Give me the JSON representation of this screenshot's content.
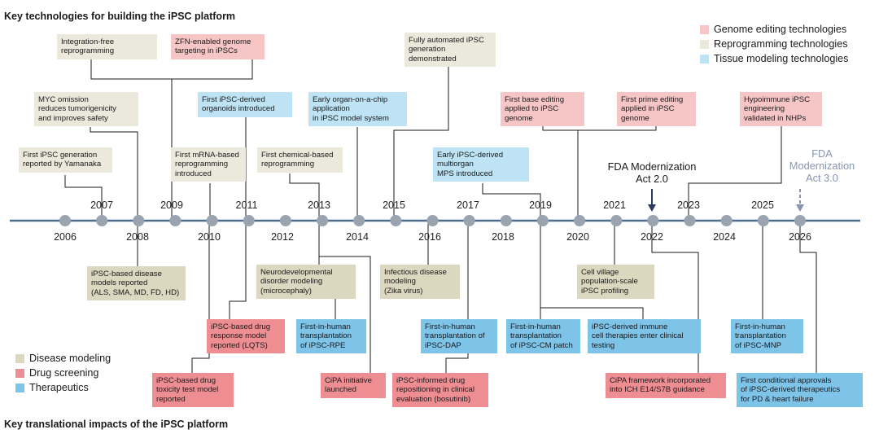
{
  "headings": {
    "top": "Key technologies for building the iPSC platform",
    "bottom": "Key translational impacts of the iPSC platform"
  },
  "colors": {
    "axis": "#4f6d8c",
    "node": "#99a4b0",
    "connector": "#1a1a1a",
    "fda_current": "#2b3a5e",
    "fda_future": "#8795b0",
    "genome": "#f6c5c5",
    "reprogramming": "#ebe9dc",
    "tissue": "#bde3f5",
    "disease": "#dcd7bf",
    "drug": "#ee8e93",
    "therapeutics": "#7ec3e8"
  },
  "years": {
    "above": [
      "2007",
      "2009",
      "2011",
      "2013",
      "2015",
      "2017",
      "2019",
      "2021",
      "2023",
      "2025"
    ],
    "below": [
      "2006",
      "2008",
      "2010",
      "2012",
      "2014",
      "2016",
      "2018",
      "2020",
      "2022",
      "2024",
      "2026"
    ]
  },
  "legend_top": [
    "Genome editing technologies",
    "Reprogramming technologies",
    "Tissue modeling technologies"
  ],
  "legend_bottom": [
    "Disease modeling",
    "Drug screening",
    "Therapeutics"
  ],
  "fda": {
    "current_line1": "FDA Modernization",
    "current_line2": "Act 2.0",
    "future_line1": "FDA",
    "future_line2": "Modernization",
    "future_line3": "Act 3.0"
  },
  "events_top": {
    "e2006": [
      "First iPSC generation",
      "reported by Yamanaka"
    ],
    "e2007": [
      "Integration-free",
      "reprogramming"
    ],
    "e2008": [
      "MYC omission",
      "reduces tumorigenicity",
      "and improves safety"
    ],
    "e2009": [
      "ZFN-enabled genome",
      "targeting in iPSCs"
    ],
    "e2010": [
      "First mRNA-based",
      "reprogramming",
      "introduced"
    ],
    "e2011": [
      "First iPSC-derived",
      "organoids introduced"
    ],
    "e2013": [
      "First chemical-based",
      "reprogramming"
    ],
    "e2014": [
      "Early organ-on-a-chip",
      "application",
      "in iPSC model system"
    ],
    "e2015": [
      "Fully automated iPSC",
      "generation",
      "demonstrated"
    ],
    "e2019": [
      "Early iPSC-derived",
      "multiorgan",
      "MPS introduced"
    ],
    "e2020a": [
      "First base editing",
      "applied to iPSC",
      "genome"
    ],
    "e2020b": [
      "First prime editing",
      "applied in iPSC",
      "genome"
    ],
    "e2023": [
      "Hypoimmune iPSC",
      "engineering",
      "validated in NHPs"
    ]
  },
  "events_bottom": {
    "d2008": [
      "iPSC-based disease",
      "models reported",
      "(ALS, SMA, MD, FD, HD)"
    ],
    "d2013": [
      "Neurodevelopmental",
      "disorder modeling",
      "(microcephaly)"
    ],
    "d2016": [
      "Infectious disease",
      "modeling",
      "(Zika virus)"
    ],
    "d2021": [
      "Cell village",
      "population-scale",
      "iPSC profiling"
    ],
    "r2011": [
      "iPSC-based drug",
      "response model",
      "reported (LQTS)"
    ],
    "r2010": [
      "iPSC-based drug",
      "toxicity test model",
      "reported"
    ],
    "r2013": [
      "CiPA initiative",
      "launched"
    ],
    "r2017": [
      "iPSC-informed drug",
      "repositioning in clinical",
      "evaluation (bosutinib)"
    ],
    "r2022": [
      "CiPA framework incorporated",
      "into ICH E14/S7B guidance"
    ],
    "t2013": [
      "First-in-human",
      "transplantation",
      "of iPSC-RPE"
    ],
    "t2017": [
      "First-in-human",
      "transplantation of",
      "iPSC-DAP"
    ],
    "t2019": [
      "First-in-human",
      "transplantation",
      "of iPSC-CM patch"
    ],
    "t2020": [
      "iPSC-derived immune",
      "cell therapies enter clinical",
      "testing"
    ],
    "t2025": [
      "First-in-human",
      "transplantation",
      "of iPSC-MNP"
    ],
    "t2026": [
      "First conditional approvals",
      "of iPSC-derived therapeutics",
      "for PD & heart failure"
    ]
  }
}
